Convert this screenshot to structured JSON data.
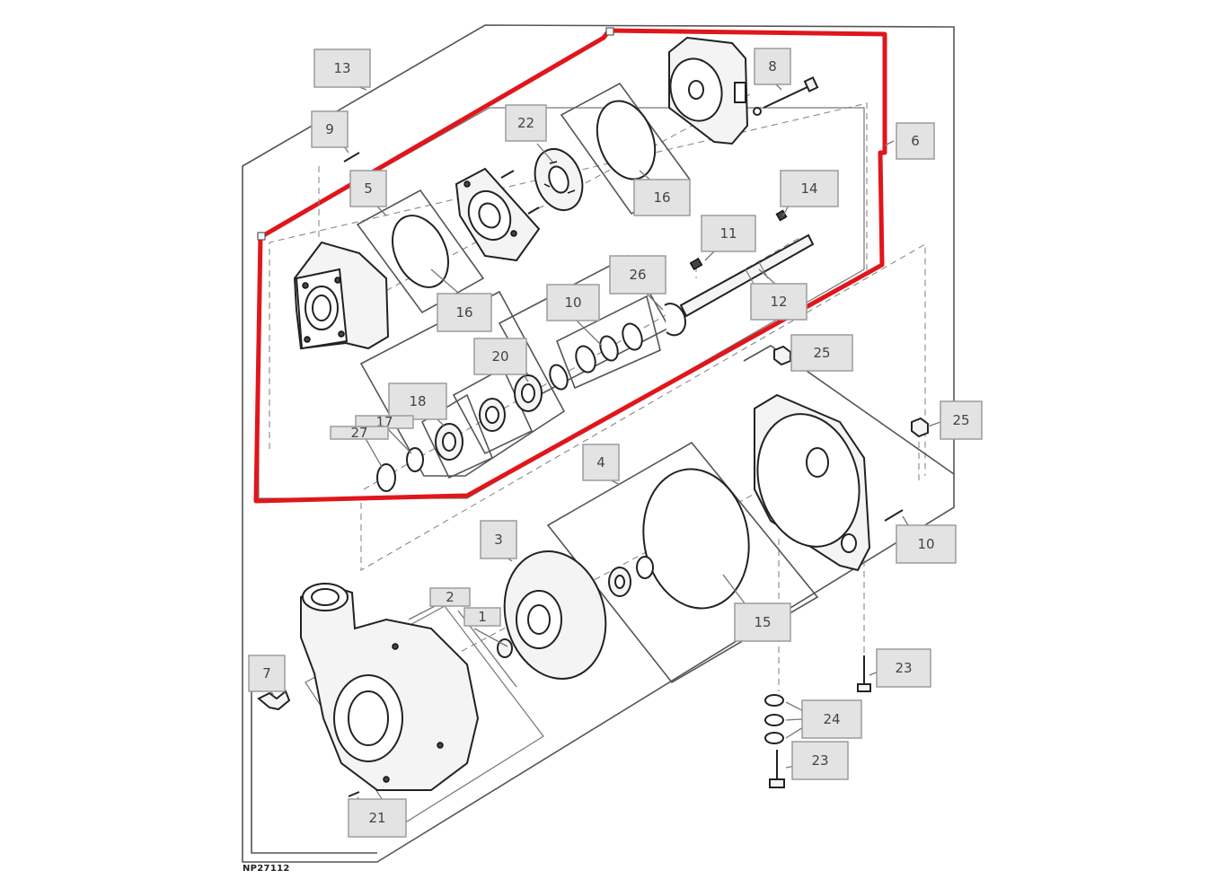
{
  "figure_code": "NP27112",
  "highlight_color": "#e0161b",
  "callouts": [
    {
      "label": "13"
    },
    {
      "label": "9"
    },
    {
      "label": "8"
    },
    {
      "label": "22"
    },
    {
      "label": "6"
    },
    {
      "label": "5"
    },
    {
      "label": "16"
    },
    {
      "label": "16"
    },
    {
      "label": "14"
    },
    {
      "label": "11"
    },
    {
      "label": "26"
    },
    {
      "label": "12"
    },
    {
      "label": "10"
    },
    {
      "label": "20"
    },
    {
      "label": "18"
    },
    {
      "label": "17"
    },
    {
      "label": "27"
    },
    {
      "label": "25"
    },
    {
      "label": "25"
    },
    {
      "label": "4"
    },
    {
      "label": "3"
    },
    {
      "label": "10"
    },
    {
      "label": "2"
    },
    {
      "label": "1"
    },
    {
      "label": "15"
    },
    {
      "label": "7"
    },
    {
      "label": "23"
    },
    {
      "label": "24"
    },
    {
      "label": "23"
    },
    {
      "label": "21"
    }
  ]
}
